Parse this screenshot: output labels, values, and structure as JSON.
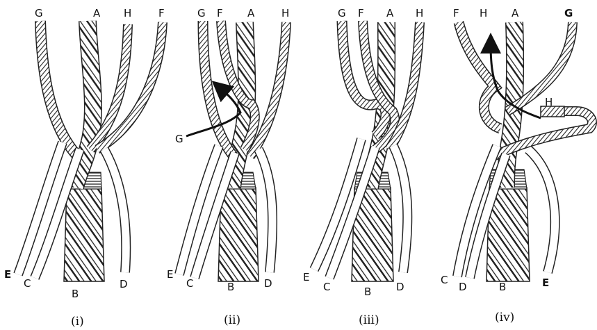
{
  "panels": [
    {
      "caption": "(i)",
      "strands": {
        "G": "G",
        "A": "A",
        "H": "H",
        "F": "F",
        "E": "E",
        "C": "C",
        "B": "B",
        "D": "D"
      }
    },
    {
      "caption": "(ii)",
      "strands": {
        "G": "G",
        "F": "F",
        "A": "A",
        "H": "H",
        "E": "E",
        "C": "C",
        "B": "B",
        "D": "D",
        "G2": "G"
      }
    },
    {
      "caption": "(iii)",
      "strands": {
        "G": "G",
        "F": "F",
        "A": "A",
        "H": "H",
        "E": "E",
        "C": "C",
        "B": "B",
        "D": "D"
      }
    },
    {
      "caption": "(iv)",
      "strands": {
        "F": "F",
        "H": "H",
        "A": "A",
        "G": "G",
        "H2": "H",
        "C": "C",
        "D": "D",
        "B": "B",
        "E": "E"
      }
    }
  ],
  "colors": {
    "ink": "#1a1a1a",
    "paper": "#ffffff",
    "rope_dark": "#2a2a2a",
    "rope_light": "#f4f4f4"
  }
}
